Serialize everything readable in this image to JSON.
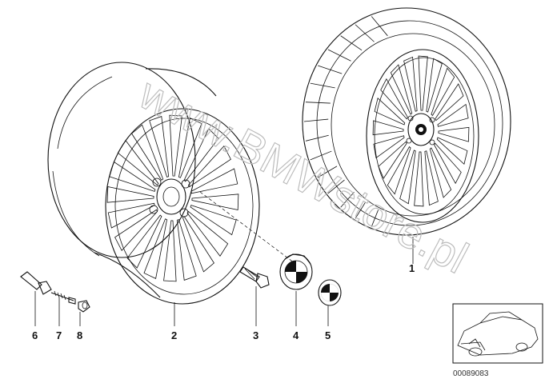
{
  "watermark": "www.BMWstore.pl",
  "callouts": [
    "1",
    "2",
    "3",
    "4",
    "5",
    "6",
    "7",
    "8"
  ],
  "thumbnail": {
    "ref_number": "00089083"
  }
}
